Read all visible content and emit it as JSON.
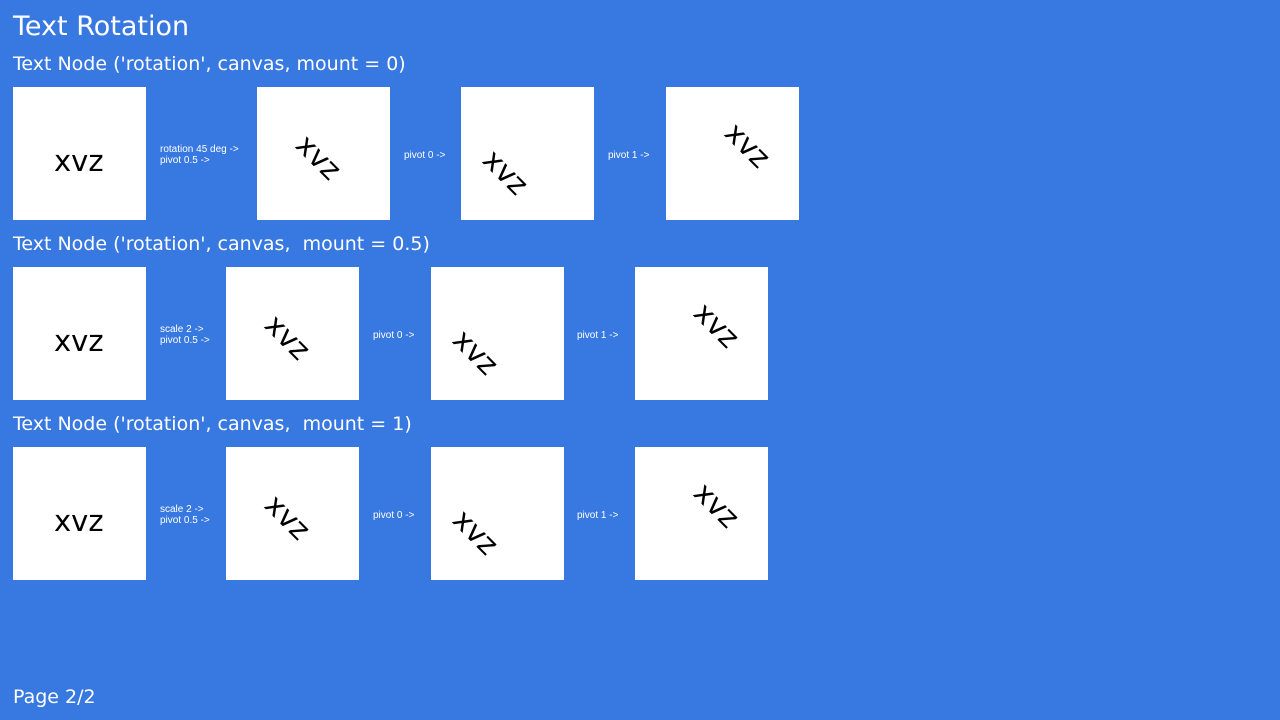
{
  "page": {
    "title": "Text Rotation",
    "footer": "Page 2/2"
  },
  "sections": [
    {
      "title": "Text Node ('rotation', canvas, mount = 0)",
      "sample_text": "xvz",
      "labels": [
        "rotation 45 deg ->\npivot 0.5 ->",
        "pivot 0 ->",
        "pivot 1 ->"
      ]
    },
    {
      "title": "Text Node ('rotation', canvas,  mount = 0.5)",
      "sample_text": "xvz",
      "labels": [
        "scale 2 ->\npivot 0.5 ->",
        "pivot 0 ->",
        "pivot 1 ->"
      ]
    },
    {
      "title": "Text Node ('rotation', canvas,  mount = 1)",
      "sample_text": "xvz",
      "labels": [
        "scale 2 ->\npivot 0.5 ->",
        "pivot 0 ->",
        "pivot 1 ->"
      ]
    }
  ]
}
